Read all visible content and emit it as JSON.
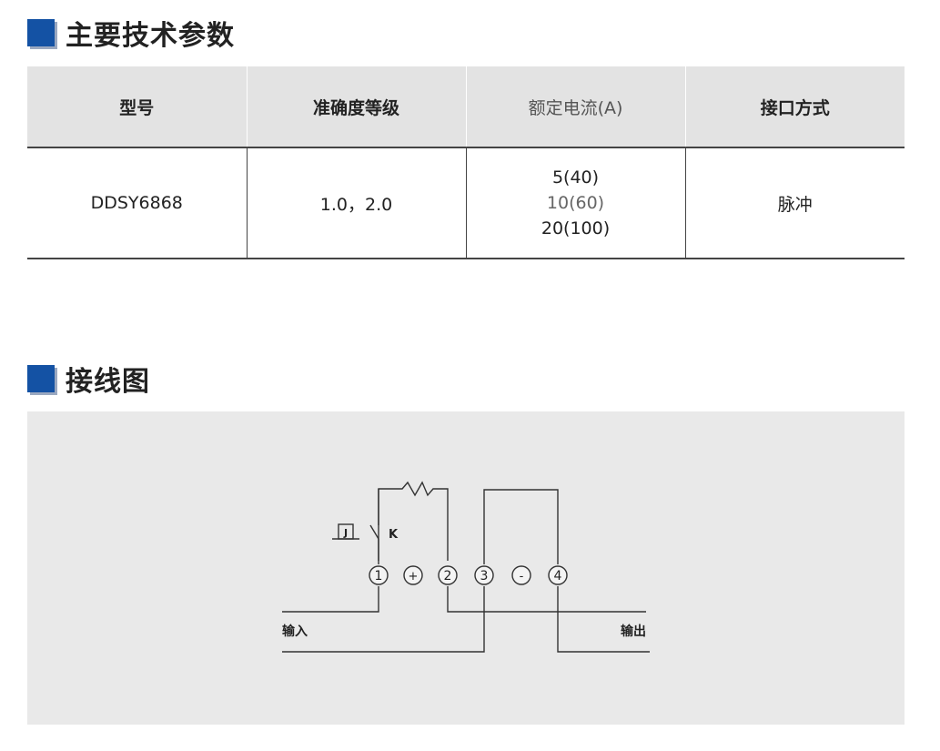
{
  "sections": {
    "params_title": "主要技术参数",
    "wiring_title": "接线图"
  },
  "table": {
    "headers": [
      "型号",
      "准确度等级",
      "额定电流(A)",
      "接口方式"
    ],
    "row": {
      "model": "DDSY6868",
      "accuracy": "1.0，2.0",
      "currents": [
        "5(40)",
        "10(60)",
        "20(100)"
      ],
      "interface": "脉冲"
    }
  },
  "diagram": {
    "terminals": [
      "1",
      "+",
      "2",
      "3",
      "-",
      "4"
    ],
    "relay_label": "J",
    "switch_label": "K",
    "input_label": "输入",
    "output_label": "输出"
  },
  "colors": {
    "accent": "#1452a4",
    "header_bg": "#e3e3e3",
    "panel_bg": "#e9e9e9"
  }
}
